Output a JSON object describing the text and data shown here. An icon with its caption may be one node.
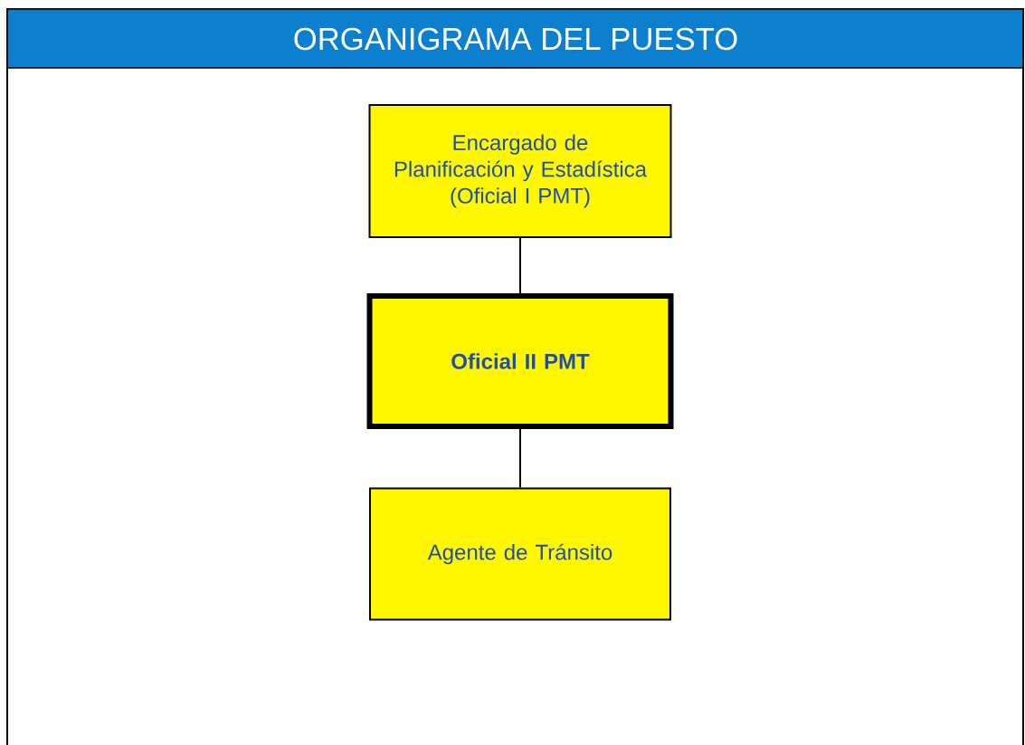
{
  "diagram": {
    "title": "ORGANIGRAMA DEL PUESTO",
    "nodes": [
      {
        "text": [
          "Encargado de Planificación y Estadística",
          "(Oficial I PMT)"
        ]
      },
      {
        "text": [
          "Oficial II PMT"
        ]
      },
      {
        "text": [
          "Agente de Tránsito"
        ]
      }
    ],
    "edges": [
      {
        "from": 0,
        "to": 1,
        "arrow": "none"
      },
      {
        "from": 1,
        "to": 2,
        "arrow": "none"
      }
    ]
  }
}
